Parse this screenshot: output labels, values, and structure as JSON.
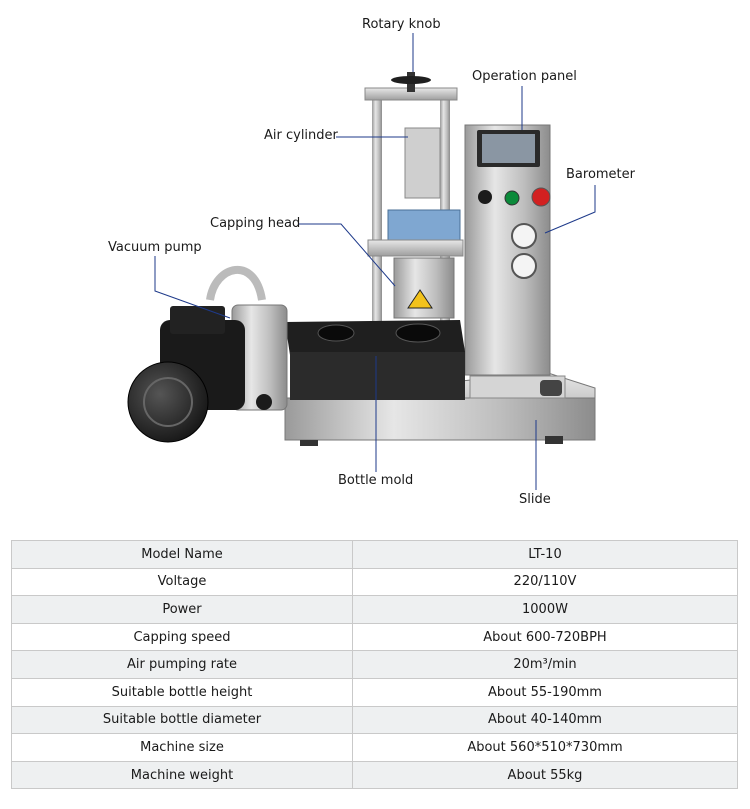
{
  "callouts": {
    "rotary_knob": "Rotary knob",
    "operation_panel": "Operation panel",
    "air_cylinder": "Air cylinder",
    "barometer": "Barometer",
    "capping_head": "Capping head",
    "vacuum_pump": "Vacuum pump",
    "bottle_mold": "Bottle mold",
    "slide": "Slide"
  },
  "specs": [
    {
      "label": "Model Name",
      "value": "LT-10"
    },
    {
      "label": "Voltage",
      "value": "220/110V"
    },
    {
      "label": "Power",
      "value": "1000W"
    },
    {
      "label": "Capping speed",
      "value": "About 600-720BPH"
    },
    {
      "label": "Air pumping rate",
      "value": "20m³/min"
    },
    {
      "label": "Suitable bottle height",
      "value": "About 55-190mm"
    },
    {
      "label": "Suitable bottle diameter",
      "value": "About 40-140mm"
    },
    {
      "label": "Machine size",
      "value": "About 560*510*730mm"
    },
    {
      "label": "Machine weight",
      "value": "About 55kg"
    }
  ]
}
